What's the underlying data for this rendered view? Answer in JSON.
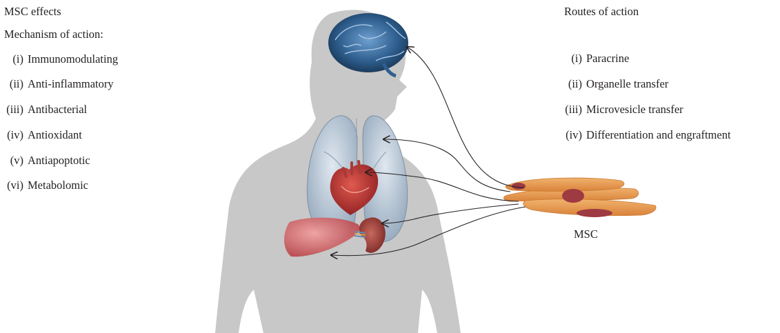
{
  "effects": {
    "title": "MSC effects",
    "subtitle": "Mechanism of action:",
    "items": [
      {
        "num": "(i)",
        "label": "Immunomodulating"
      },
      {
        "num": "(ii)",
        "label": "Anti-inflammatory"
      },
      {
        "num": "(iii)",
        "label": "Antibacterial"
      },
      {
        "num": "(iv)",
        "label": "Antioxidant"
      },
      {
        "num": "(v)",
        "label": "Antiapoptotic"
      },
      {
        "num": "(vi)",
        "label": "Metabolomic"
      }
    ]
  },
  "routes": {
    "title": "Routes of action",
    "items": [
      {
        "num": "(i)",
        "label": "Paracrine"
      },
      {
        "num": "(ii)",
        "label": "Organelle transfer"
      },
      {
        "num": "(iii)",
        "label": "Microvesicle transfer"
      },
      {
        "num": "(iv)",
        "label": "Differentiation and engraftment"
      }
    ]
  },
  "cells": {
    "label": "MSC"
  },
  "colors": {
    "silhouette": "#c8c8c8",
    "brain": "#3d6e9c",
    "lungs": "#9fb4c8",
    "heart": "#b52a2a",
    "liver": "#c9555a",
    "kidney": "#9c3a36",
    "msc_cell": "#e59a4f",
    "nucleus": "#9e3a42"
  }
}
